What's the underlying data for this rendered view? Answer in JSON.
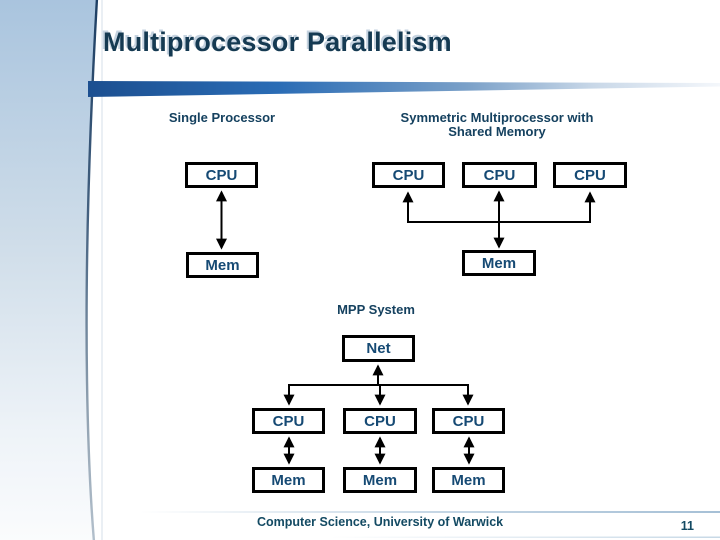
{
  "slide": {
    "title": "Multiprocessor Parallelism",
    "footer": "Computer Science, University of Warwick",
    "page_number": "11"
  },
  "diagrams": {
    "single_processor": {
      "heading": "Single Processor",
      "cpu_label": "CPU",
      "mem_label": "Mem"
    },
    "smp": {
      "heading_line1": "Symmetric Multiprocessor with",
      "heading_line2": "Shared Memory",
      "cpus": [
        "CPU",
        "CPU",
        "CPU"
      ],
      "mem_label": "Mem"
    },
    "mpp": {
      "heading": "MPP System",
      "net_label": "Net",
      "cpus": [
        "CPU",
        "CPU",
        "CPU"
      ],
      "mems": [
        "Mem",
        "Mem",
        "Mem"
      ]
    }
  },
  "colors": {
    "title_text": "#153a52",
    "heading_text": "#15415f",
    "box_label_text": "#164a74",
    "box_border": "#000000",
    "connector": "#000000",
    "title_bar_blue": "#1e5aa6",
    "sidebar_top_blue": "#a9c4de",
    "footer_text": "#134a63",
    "separator_line": "#a6c0d6"
  }
}
